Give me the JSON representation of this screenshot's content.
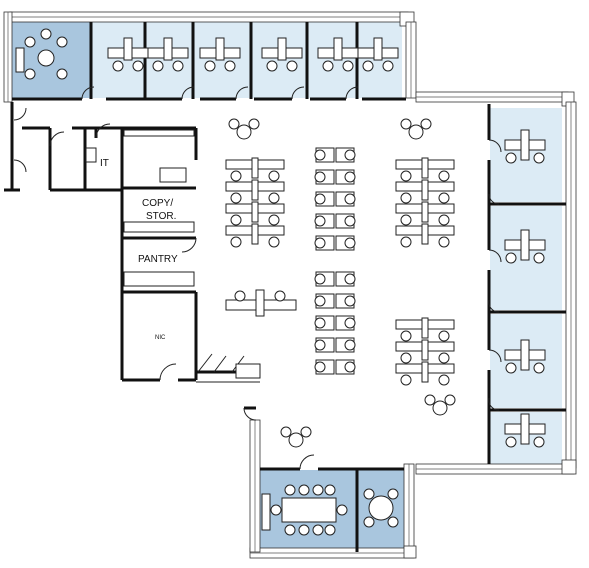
{
  "plan": {
    "labels": {
      "it": "IT",
      "copy_line1": "COPY/",
      "copy_line2": "STOR.",
      "pantry": "PANTRY",
      "nic": "NIC"
    },
    "colors": {
      "office_fill": "#dcebf5",
      "conference_fill": "#a9c6de",
      "wall": "#111111",
      "furniture": "#ffffff"
    }
  }
}
